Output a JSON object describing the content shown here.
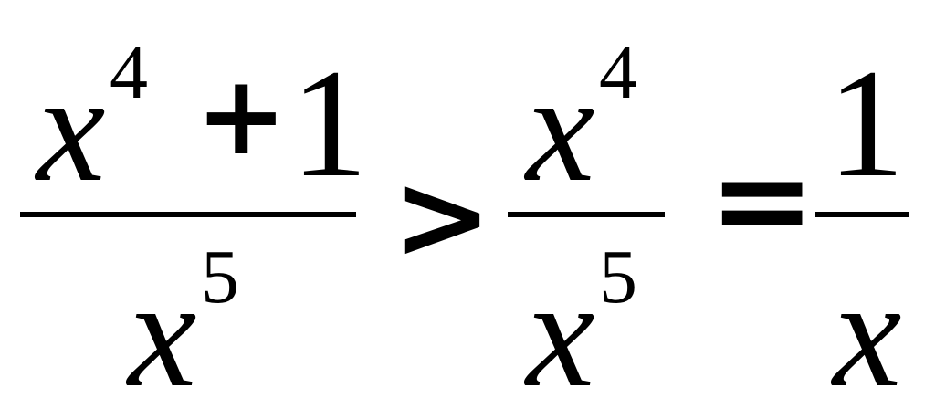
{
  "expression": {
    "left_fraction": {
      "numerator": {
        "base": "x",
        "exponent": "4",
        "operator": "+",
        "constant": "1"
      },
      "denominator": {
        "base": "x",
        "exponent": "5"
      }
    },
    "relation": ">",
    "middle_fraction": {
      "numerator": {
        "base": "x",
        "exponent": "4"
      },
      "denominator": {
        "base": "x",
        "exponent": "5"
      }
    },
    "equals": "=",
    "right_fraction": {
      "numerator": {
        "value": "1"
      },
      "denominator": {
        "base": "x"
      }
    }
  }
}
